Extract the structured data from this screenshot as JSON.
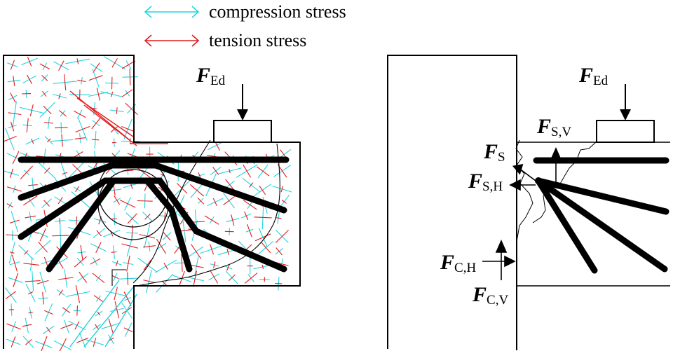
{
  "legend": {
    "items": [
      {
        "label": "compression stress",
        "color": "#22d3e0"
      },
      {
        "label": "tension stress",
        "color": "#e31a1c"
      }
    ]
  },
  "left_panel": {
    "load": {
      "symbol": "F",
      "subscript": "Ed"
    }
  },
  "right_panel": {
    "load": {
      "symbol": "F",
      "subscript": "Ed"
    },
    "forces": [
      {
        "symbol": "F",
        "subscript": "S,V"
      },
      {
        "symbol": "F",
        "subscript": "S"
      },
      {
        "symbol": "F",
        "subscript": "S,H"
      },
      {
        "symbol": "F",
        "subscript": "C,H"
      },
      {
        "symbol": "F",
        "subscript": "C,V"
      }
    ]
  },
  "colors": {
    "compression": "#22d3e0",
    "tension": "#e31a1c",
    "structure": "#000000"
  }
}
